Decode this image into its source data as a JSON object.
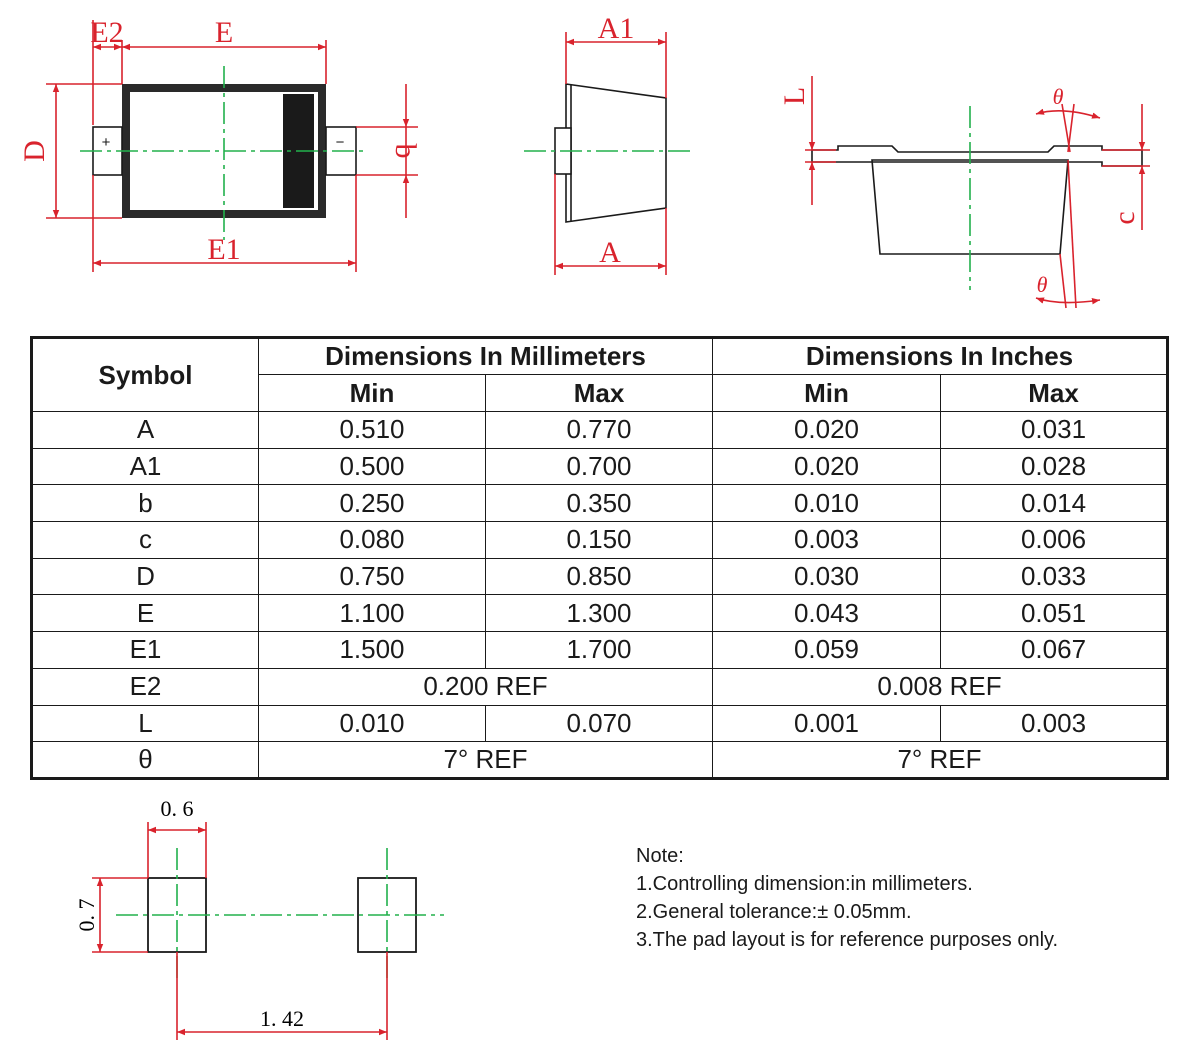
{
  "drawing": {
    "top_view_labels": {
      "E2": "E2",
      "E": "E",
      "E1": "E1",
      "D": "D",
      "b": "b",
      "plus": "+",
      "minus": "−"
    },
    "side_view_labels": {
      "A1": "A1",
      "A": "A"
    },
    "lead_view_labels": {
      "L": "L",
      "theta_top": "θ",
      "theta_bottom": "θ",
      "c": "c"
    },
    "pad_labels": {
      "width": "0. 6",
      "height": "0. 7",
      "pitch": "1. 42"
    }
  },
  "table": {
    "symbol_header": "Symbol",
    "mm_header": "Dimensions In Millimeters",
    "in_header": "Dimensions In Inches",
    "min": "Min",
    "max": "Max",
    "rows": [
      {
        "symbol": "A",
        "mm_min": "0.510",
        "mm_max": "0.770",
        "in_min": "0.020",
        "in_max": "0.031"
      },
      {
        "symbol": "A1",
        "mm_min": "0.500",
        "mm_max": "0.700",
        "in_min": "0.020",
        "in_max": "0.028"
      },
      {
        "symbol": "b",
        "mm_min": "0.250",
        "mm_max": "0.350",
        "in_min": "0.010",
        "in_max": "0.014"
      },
      {
        "symbol": "c",
        "mm_min": "0.080",
        "mm_max": "0.150",
        "in_min": "0.003",
        "in_max": "0.006"
      },
      {
        "symbol": "D",
        "mm_min": "0.750",
        "mm_max": "0.850",
        "in_min": "0.030",
        "in_max": "0.033"
      },
      {
        "symbol": "E",
        "mm_min": "1.100",
        "mm_max": "1.300",
        "in_min": "0.043",
        "in_max": "0.051"
      },
      {
        "symbol": "E1",
        "mm_min": "1.500",
        "mm_max": "1.700",
        "in_min": "0.059",
        "in_max": "0.067"
      },
      {
        "symbol": "E2",
        "mm_ref": "0.200 REF",
        "in_ref": "0.008 REF"
      },
      {
        "symbol": "L",
        "mm_min": "0.010",
        "mm_max": "0.070",
        "in_min": "0.001",
        "in_max": "0.003"
      },
      {
        "symbol": "θ",
        "mm_ref": "7° REF",
        "in_ref": "7° REF"
      }
    ]
  },
  "notes": {
    "title": "Note:",
    "items": [
      "1.Controlling dimension:in millimeters.",
      "2.General tolerance:± 0.05mm.",
      "3.The pad layout is for reference purposes only."
    ]
  }
}
